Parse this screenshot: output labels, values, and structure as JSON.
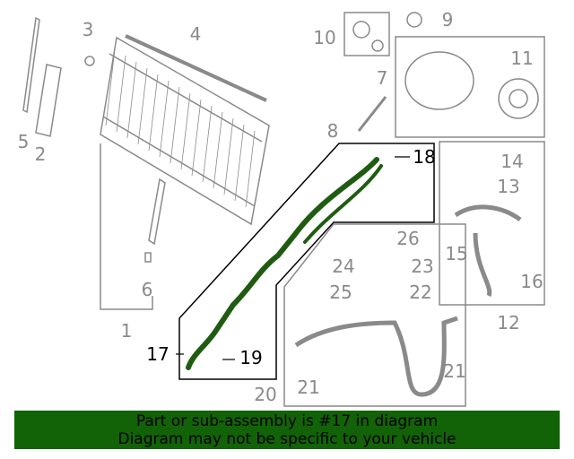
{
  "callouts": {
    "c1": "1",
    "c2": "2",
    "c3": "3",
    "c4": "4",
    "c5": "5",
    "c6": "6",
    "c7": "7",
    "c8": "8",
    "c9": "9",
    "c10": "10",
    "c11": "11",
    "c12": "12",
    "c13": "13",
    "c14": "14",
    "c15": "15",
    "c16": "16",
    "c17": "17",
    "c18": "18",
    "c19": "19",
    "c20": "20",
    "c21a": "21",
    "c21b": "21",
    "c22": "22",
    "c23": "23",
    "c24": "24",
    "c25": "25",
    "c26": "26"
  },
  "banner": {
    "line1": "Part or sub-assembly is #17 in diagram",
    "line2": "Diagram may not be specific to your vehicle"
  },
  "colors": {
    "highlight": "#1f5c12",
    "banner": "#126207",
    "outline": "#8a8a8a"
  }
}
